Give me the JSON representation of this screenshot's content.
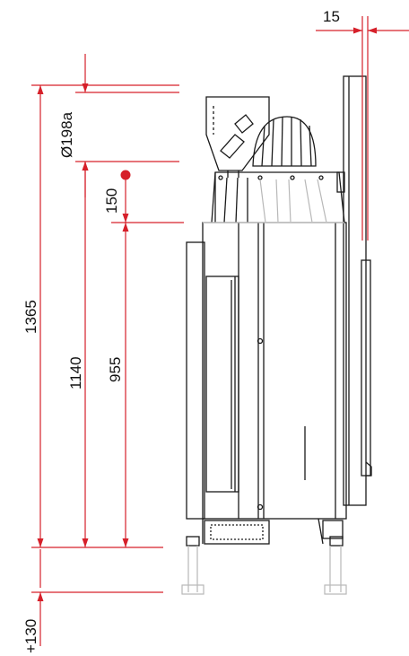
{
  "colors": {
    "dimension": "#d6202a",
    "outline": "#1a1a1a",
    "ghost": "#b8b8b8",
    "background": "#ffffff"
  },
  "dimensions": {
    "top_offset": "15",
    "flue_diameter": "Ø198a",
    "flue_rise": "150",
    "total_height": "1365",
    "collar_height": "1140",
    "outlet_height": "955",
    "leg_extension": "+130"
  }
}
